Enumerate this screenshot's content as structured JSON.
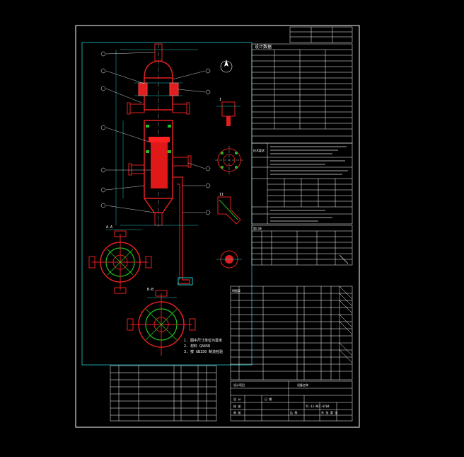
{
  "drawing": {
    "title_block": {
      "project_label": "设计项目",
      "part_label": "设备名称",
      "drawing_no": "YC-11-NCC-0704",
      "scale_label": "比 例",
      "sheet_label": "共 张 第 张",
      "design_label": "设 计",
      "check_label": "校 核",
      "approve_label": "审 核",
      "date_label": "日 期"
    },
    "notes": {
      "note1": "1. 图中尺寸单位为毫米",
      "note2": "2. 材料 Q345R",
      "note3": "3. 按 GB150 制造检验"
    },
    "sections": {
      "design_data": "设计数据",
      "technical_req": "技术要求",
      "nozzle_table": "管口表",
      "parts_list": "明细表"
    },
    "views": {
      "top_view_a": "A-A",
      "top_view_b": "B-B",
      "detail_1": "I",
      "detail_2": "II"
    }
  }
}
